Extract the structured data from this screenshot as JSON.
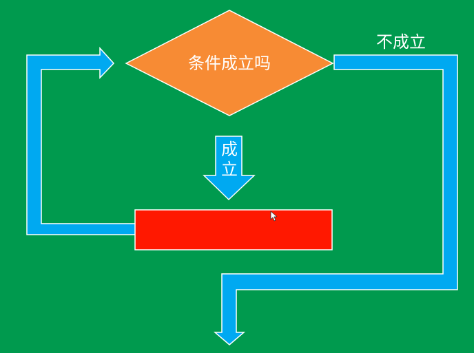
{
  "flowchart": {
    "decision": {
      "label": "条件成立吗",
      "fill": "#F78B34",
      "stroke": "#FFFFFF"
    },
    "true_branch": {
      "label": "成立"
    },
    "false_branch": {
      "label": "不成立"
    },
    "process": {
      "label": "",
      "fill": "#FF1800"
    },
    "colors": {
      "background": "#009A4E",
      "arrow": "#00A9F1",
      "outline": "#FFFFFF"
    }
  }
}
